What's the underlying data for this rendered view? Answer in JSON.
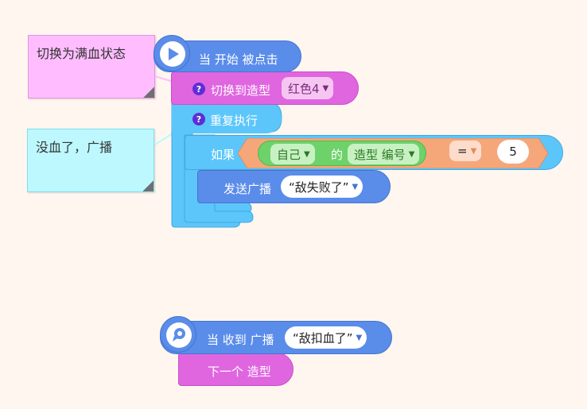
{
  "comments": [
    {
      "text": "切换为满血状态",
      "bg": "#ffbdff",
      "border": "#e593e5"
    },
    {
      "text": "没血了，广播",
      "bg": "#bdf8ff",
      "border": "#7fdff0"
    }
  ],
  "script1": {
    "hat_label": "当 开始 被点击",
    "switch_costume": {
      "label": "切换到造型",
      "value": "红色4"
    },
    "repeat": {
      "label": "重复执行"
    },
    "if_block": {
      "label": "如果",
      "sprite_value": "自己",
      "of_label": "的",
      "property_value": "造型 编号",
      "operator": "=",
      "number": "5"
    },
    "broadcast": {
      "label": "发送广播",
      "message": "“敌失败了”"
    }
  },
  "script2": {
    "hat_prefix": "当 收到 广播",
    "message": "“敌扣血了”",
    "next_costume_label": "下一个 造型"
  },
  "icons": {
    "help": "?",
    "play": "play-icon",
    "broadcast": "broadcast-icon"
  },
  "colors": {
    "event": "#5a8cea",
    "looks": "#e066e0",
    "control": "#5cc6fb",
    "operator": "#f5a77a",
    "sensing": "#6ed26a"
  }
}
